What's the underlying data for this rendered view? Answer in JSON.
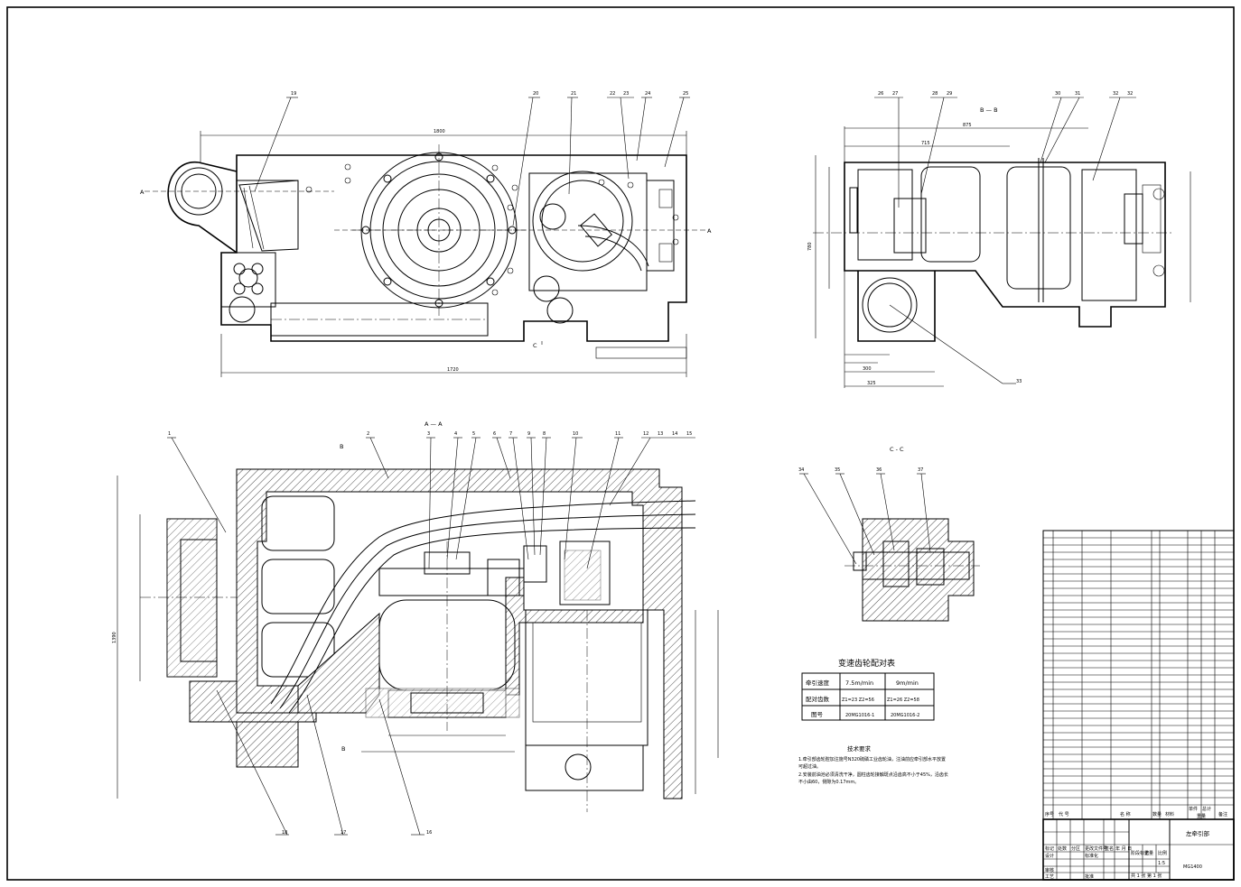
{
  "section_titles": {
    "aa": "A — A",
    "bb": "B — B",
    "cc": "C - C"
  },
  "view_markers": {
    "a": "A",
    "b": "B",
    "c": "C"
  },
  "balloons": [
    {
      "n": "1"
    },
    {
      "n": "2"
    },
    {
      "n": "3"
    },
    {
      "n": "4"
    },
    {
      "n": "5"
    },
    {
      "n": "6"
    },
    {
      "n": "7"
    },
    {
      "n": "8"
    },
    {
      "n": "9"
    },
    {
      "n": "10"
    },
    {
      "n": "11"
    },
    {
      "n": "12"
    },
    {
      "n": "13"
    },
    {
      "n": "14"
    },
    {
      "n": "15"
    },
    {
      "n": "16"
    },
    {
      "n": "17"
    },
    {
      "n": "18"
    },
    {
      "n": "19"
    },
    {
      "n": "20"
    },
    {
      "n": "21"
    },
    {
      "n": "22"
    },
    {
      "n": "23"
    },
    {
      "n": "24"
    },
    {
      "n": "25"
    },
    {
      "n": "26"
    },
    {
      "n": "27"
    },
    {
      "n": "28"
    },
    {
      "n": "29"
    },
    {
      "n": "30"
    },
    {
      "n": "31"
    },
    {
      "n": "32"
    },
    {
      "n": "33"
    },
    {
      "n": "34"
    },
    {
      "n": "35"
    },
    {
      "n": "36"
    },
    {
      "n": "37"
    }
  ],
  "dimensions": {
    "top_overall": "1800",
    "top_bottom": "1720",
    "right_top_1": "875",
    "right_top_2": "715",
    "right_bottom_1": "300",
    "right_bottom_2": "325",
    "right_height": "780",
    "section_height": "1390"
  },
  "gear_table": {
    "title": "变速齿轮配对表",
    "header": [
      "牵引速度",
      "7.5m/min",
      "9m/min"
    ],
    "rows": [
      [
        "配对齿数",
        "Z1=23  Z2=56",
        "Z1=26  Z2=58"
      ],
      [
        "图号",
        "20MG1016-1",
        "20MG1016-2"
      ]
    ]
  },
  "tech_requirements": {
    "heading": "技术要求",
    "lines": [
      "1.牵引部齿轮腔加注施号N320硫磷工业齿轮油，注油前应牵引部水平放置",
      "可超过油。",
      "2.安装前油池必须清洗干净，圆柱齿轮接触斑点沿齿高不小于45%，沿齿长",
      "不小由60，侧隙为0.17mm。"
    ]
  },
  "title_block": {
    "drawing_name": "左牵引部",
    "drawing_number": "MG1400",
    "scale": "1:5",
    "sheet_total": "共 1 张",
    "sheet_no": "第 1 张",
    "col_headers": [
      "序号",
      "代 号",
      "名 称",
      "数量",
      "材料",
      "单件",
      "总计",
      "重量",
      "备注"
    ],
    "sign_labels": [
      "标记",
      "处数",
      "分区",
      "更改文件号",
      "签名",
      "年 月 日",
      "设计",
      "标准化",
      "审核",
      "工艺",
      "批准",
      "阶段标记",
      "重量",
      "比例"
    ]
  }
}
